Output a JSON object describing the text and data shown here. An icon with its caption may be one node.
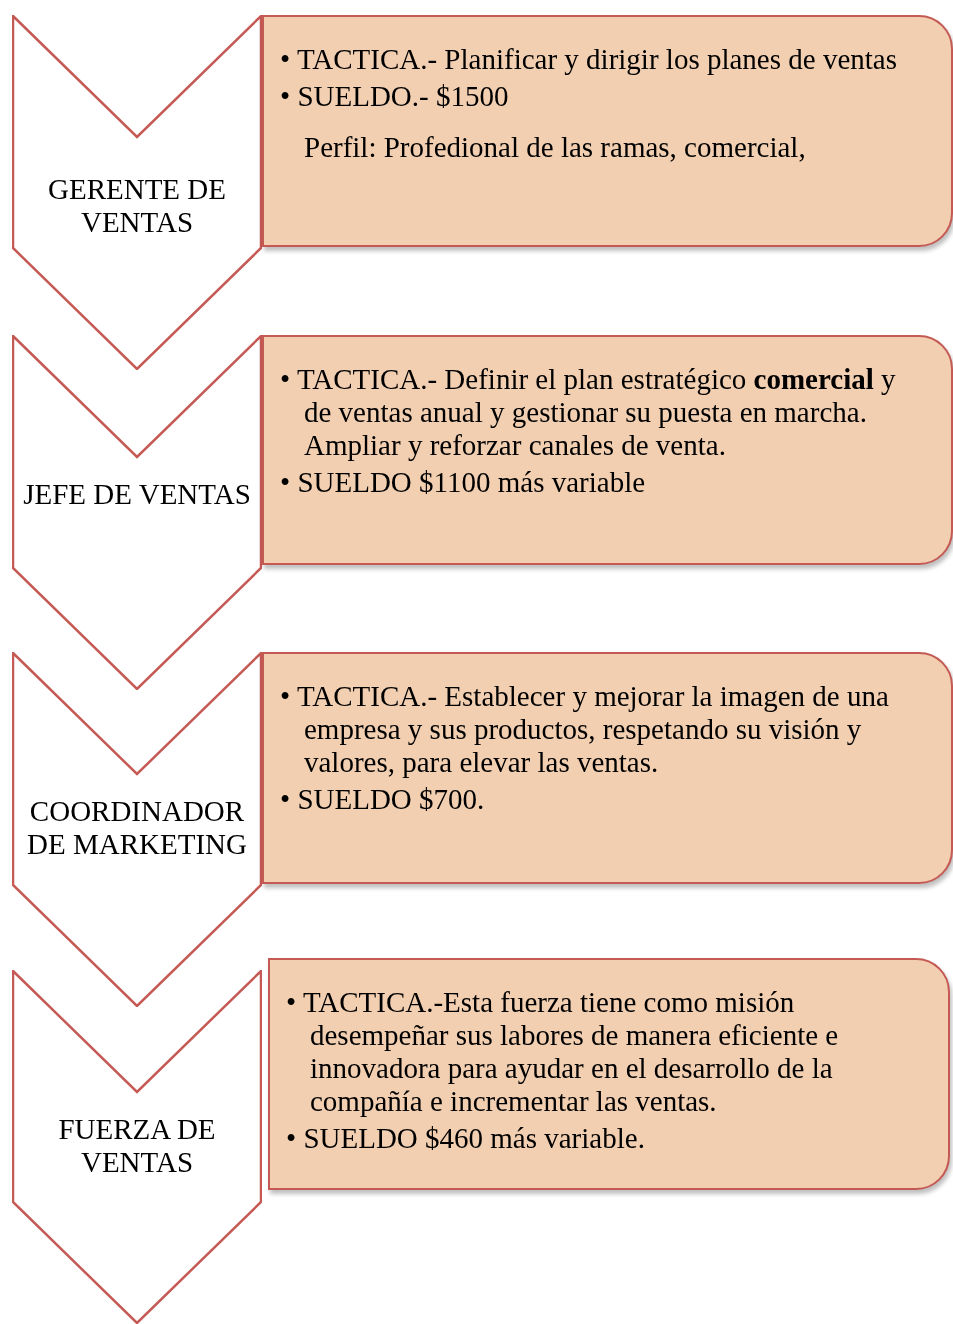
{
  "diagram": {
    "nodes": [
      {
        "text": [
          "GERENTE DE VENTAS"
        ]
      },
      {
        "text": [
          "• TACTICA.- Planificar y dirigir los planes de ventas",
          "• SUELDO.- $1500",
          "Perfil: Profedional de las ramas, comercial,"
        ]
      },
      {
        "text": [
          "JEFE DE VENTAS"
        ]
      },
      {
        "text": [
          "• TACTICA.- Definir el plan estratégico **comercial** y de ventas anual y gestionar su puesta en marcha. Ampliar y reforzar canales de venta.",
          "• SUELDO $1100 más variable"
        ]
      },
      {
        "text": [
          "COORDINADOR DE MARKETING"
        ]
      },
      {
        "text": [
          "• TACTICA.- Establecer y mejorar la imagen de una empresa y sus productos, respetando su visión y valores, para elevar las ventas.",
          "• SUELDO $700."
        ]
      },
      {
        "text": [
          "FUERZA DE VENTAS"
        ]
      },
      {
        "text": [
          "• TACTICA.-Esta fuerza tiene como misión desempeñar sus labores de manera eficiente e innovadora para ayudar en el desarrollo de la compañía e incrementar las ventas.",
          "• SUELDO $460 más variable."
        ]
      }
    ]
  }
}
